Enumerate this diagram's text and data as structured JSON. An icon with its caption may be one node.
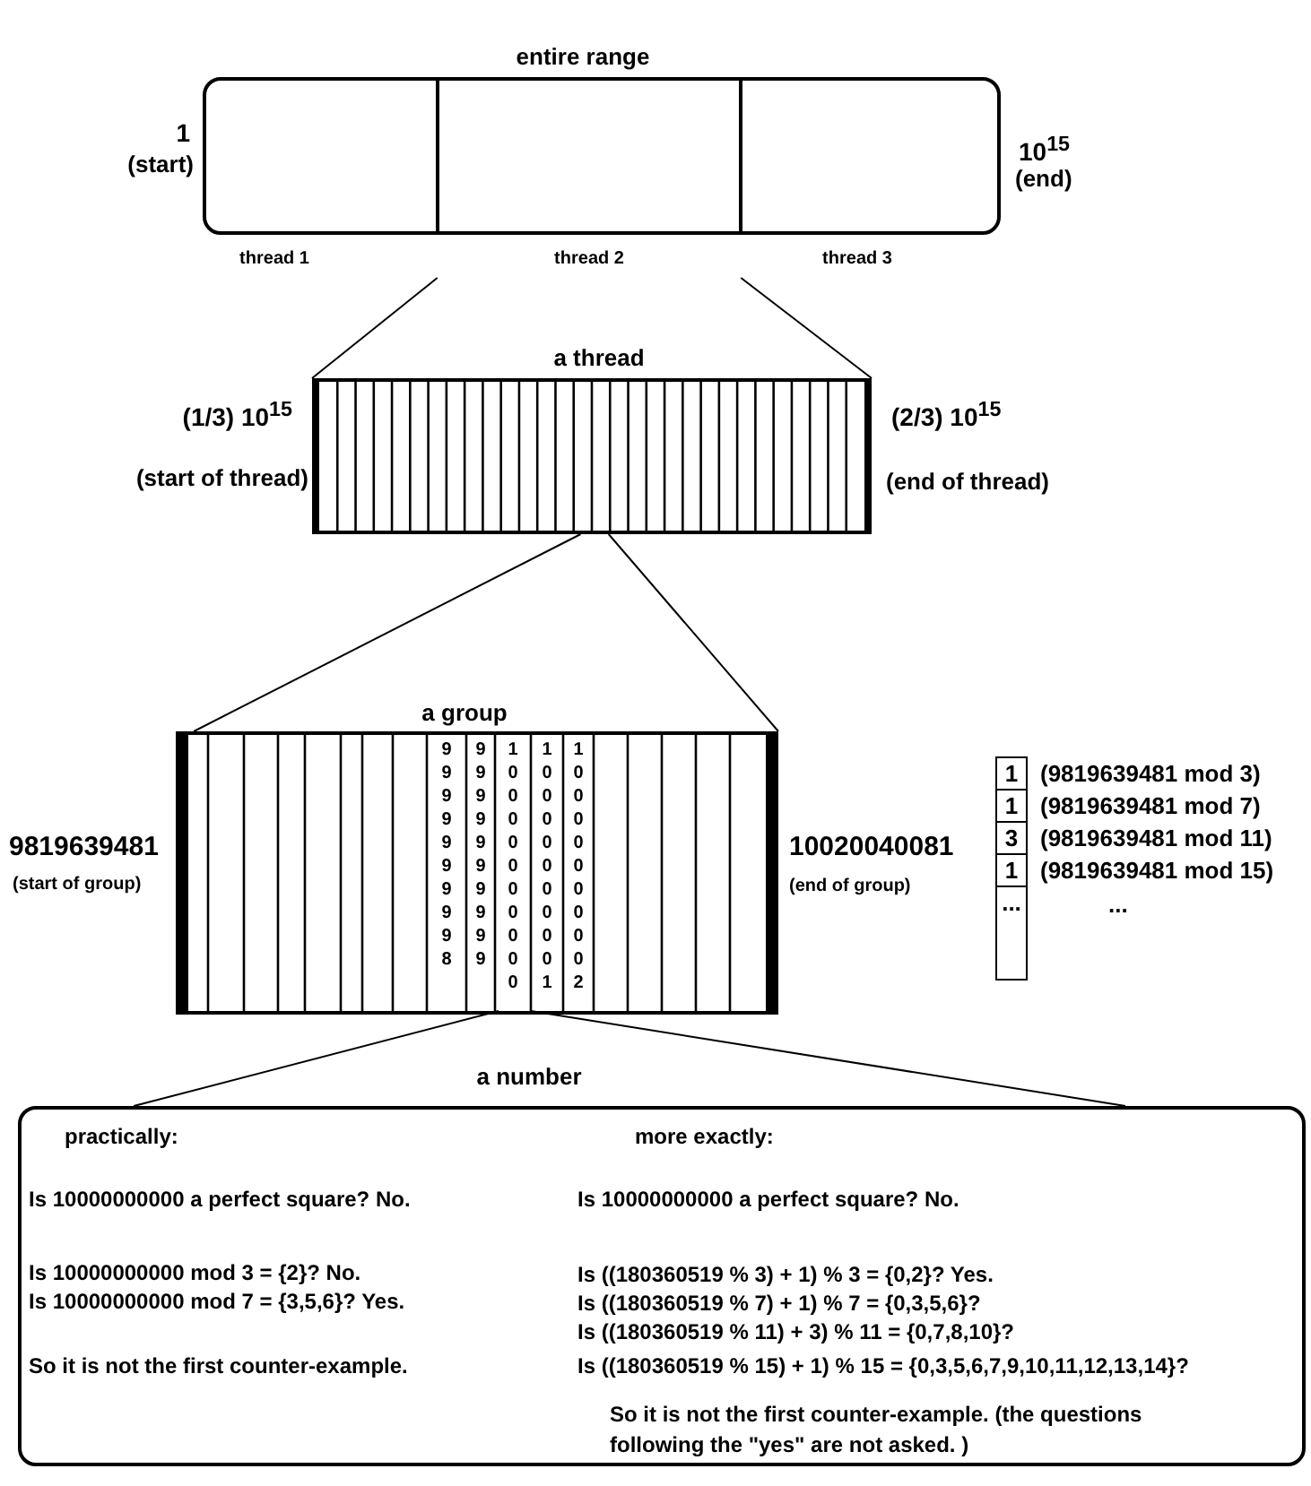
{
  "diagram": {
    "nodes": [
      {
        "text": [
          "entire range"
        ],
        "beside": [
          "1",
          "(start)",
          "10$^{15}$",
          "(end)"
        ]
      },
      {
        "text": [
          "thread 1"
        ]
      },
      {
        "text": [
          "thread 2"
        ]
      },
      {
        "text": [
          "thread 3"
        ]
      },
      {
        "text": [
          "a thread"
        ],
        "beside": [
          "(1/3) 10$^{15}$",
          "(start of thread)",
          "(2/3) 10$^{15}$",
          "(end of thread)"
        ]
      },
      {
        "text": [
          "a group"
        ],
        "beside": [
          "9819639481",
          "(start of group)",
          "10020040081",
          "(end of group)"
        ]
      },
      {
        "text": [
          "9999999998"
        ],
        "in": 5
      },
      {
        "text": [
          "9999999999"
        ],
        "in": 5
      },
      {
        "text": [
          "10000000000"
        ],
        "in": 5
      },
      {
        "text": [
          "10000000001"
        ],
        "in": 5
      },
      {
        "text": [
          "10000000002"
        ],
        "in": 5
      },
      {
        "text": [
          "a number",
          "practically:",
          "Is 10000000000 a perfect square? No.",
          "Is 10000000000 mod 3 = {2}? No.",
          "Is 10000000000 mod 7 = {3,5,6}? Yes.",
          "So it is not the first counter-example.",
          "more exactly:",
          "Is 10000000000 a perfect square? No.",
          "Is ((180360519 % 3) + 1) % 3 = {0,2}? Yes.",
          "Is ((180360519 % 7) + 1) % 7 = {0,3,5,6}?",
          "Is ((180360519 % 11) + 3) % 11 = {0,7,8,10}?",
          "Is ((180360519 % 15) + 1) % 15 = {0,3,5,6,7,9,10,11,12,13,14}?",
          "So it is not the first counter-example. (the questions following the \"yes\" are not asked. )"
        ]
      },
      {
        "text": [
          "1"
        ],
        "beside": [
          "(9819639481 mod 3)"
        ]
      },
      {
        "text": [
          "1"
        ],
        "beside": [
          "(9819639481 mod 7)"
        ]
      },
      {
        "text": [
          "3"
        ],
        "beside": [
          "(9819639481 mod 11)"
        ]
      },
      {
        "text": [
          "1"
        ],
        "beside": [
          "(9819639481 mod 15)"
        ]
      },
      {
        "text": [
          "..."
        ],
        "beside": [
          "..."
        ]
      }
    ],
    "edges": [
      {
        "from": 2,
        "to": 4,
        "arrow": "none"
      },
      {
        "from": 2,
        "to": 4,
        "arrow": "none"
      },
      {
        "from": 4,
        "to": 5,
        "arrow": "none"
      },
      {
        "from": 4,
        "to": 5,
        "arrow": "none"
      },
      {
        "from": 8,
        "to": 11,
        "arrow": "none"
      },
      {
        "from": 8,
        "to": 11,
        "arrow": "none"
      }
    ]
  }
}
